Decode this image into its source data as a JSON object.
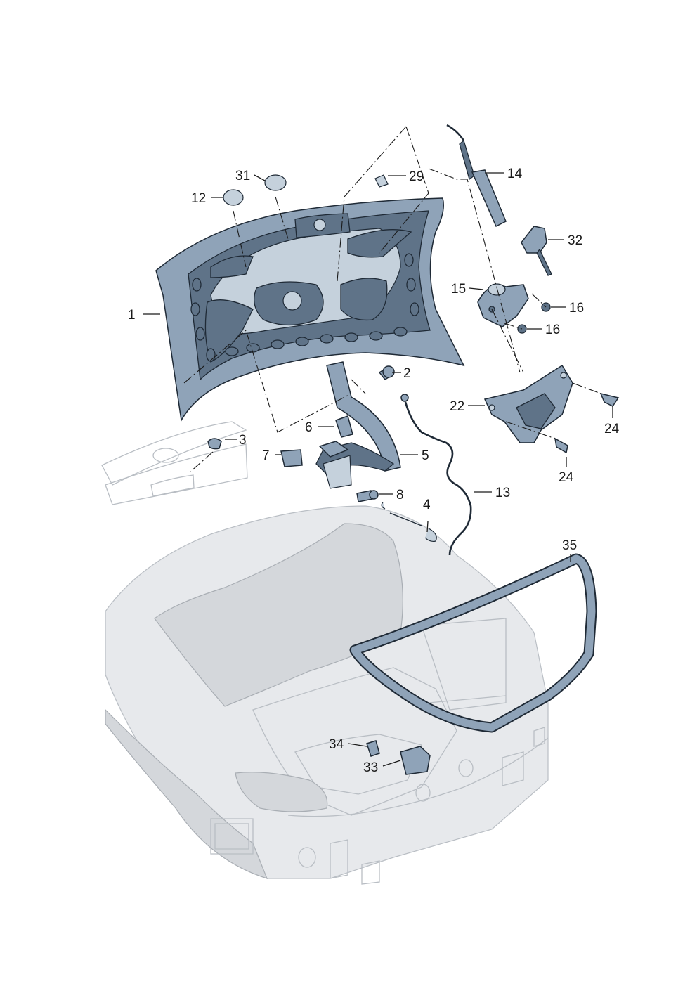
{
  "callouts": [
    {
      "id": "c1",
      "label": "1"
    },
    {
      "id": "c2",
      "label": "2"
    },
    {
      "id": "c3",
      "label": "3"
    },
    {
      "id": "c4",
      "label": "4"
    },
    {
      "id": "c5",
      "label": "5"
    },
    {
      "id": "c6",
      "label": "6"
    },
    {
      "id": "c7",
      "label": "7"
    },
    {
      "id": "c8",
      "label": "8"
    },
    {
      "id": "c12",
      "label": "12"
    },
    {
      "id": "c13",
      "label": "13"
    },
    {
      "id": "c14",
      "label": "14"
    },
    {
      "id": "c15",
      "label": "15"
    },
    {
      "id": "c16a",
      "label": "16"
    },
    {
      "id": "c16b",
      "label": "16"
    },
    {
      "id": "c22",
      "label": "22"
    },
    {
      "id": "c24a",
      "label": "24"
    },
    {
      "id": "c24b",
      "label": "24"
    },
    {
      "id": "c29",
      "label": "29"
    },
    {
      "id": "c31",
      "label": "31"
    },
    {
      "id": "c32",
      "label": "32"
    },
    {
      "id": "c33",
      "label": "33"
    },
    {
      "id": "c34",
      "label": "34"
    },
    {
      "id": "c35",
      "label": "35"
    }
  ],
  "colors": {
    "part_fill": "#8fa3b8",
    "part_outline": "#1f2a36",
    "car_body": "#e7e9ec"
  }
}
